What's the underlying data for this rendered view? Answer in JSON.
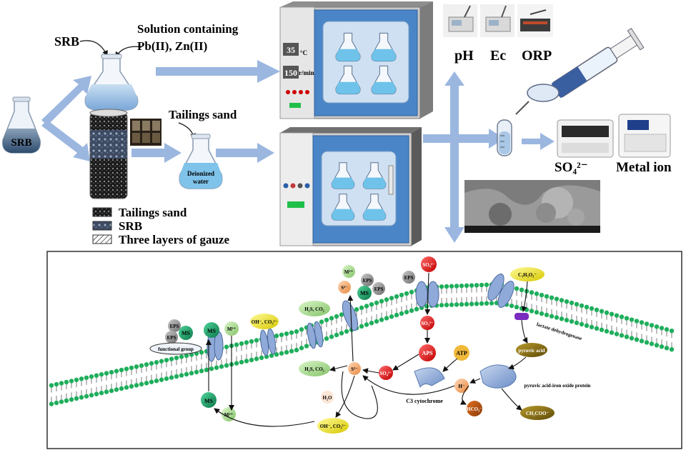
{
  "top": {
    "srb_main": "SRB",
    "srb_flask": "SRB",
    "solution_line1": "Solution containing",
    "solution_line2": "Pb(II), Zn(II)",
    "tailings_title": "Tailings sand",
    "deionized_line1": "Deionized",
    "deionized_line2": "water",
    "incubator_temp": "35",
    "incubator_temp_unit": "°C",
    "incubator_speed": "150",
    "incubator_speed_unit": "r/min",
    "instruments": [
      "pH",
      "Ec",
      "ORP"
    ],
    "so4_label": "SO₄²⁻",
    "metal_ion_label": "Metal ion"
  },
  "legend": {
    "items": [
      "Tailings sand",
      "SRB",
      "Three layers of gauze"
    ]
  },
  "mechanism": {
    "eps": "EPS",
    "ms": "MS",
    "m2plus": "M²⁺",
    "functional_group": "functional group",
    "oh_co3": "OH⁻, CO₃²⁻",
    "h2s_co2": "H₂S, CO₂",
    "s2minus": "S²⁻",
    "so4": "SO₄²⁻",
    "so3": "SO₃²⁻",
    "aps": "APS",
    "atp": "ATP",
    "h2o": "H₂O",
    "hminus": "H⁻",
    "hco3": "HCO₃⁻",
    "ch3coo": "CH₃COO⁻",
    "lactate": "C₃H₅O₃⁻",
    "lactate_dehydrogenase": "lactate dehydrogenase",
    "pyruvic_acid": "pyruvic acid",
    "pyruvic_protein": "pyruvic acid-iron oxide protein",
    "c3_cytochrome": "C3 cytochrome"
  }
}
